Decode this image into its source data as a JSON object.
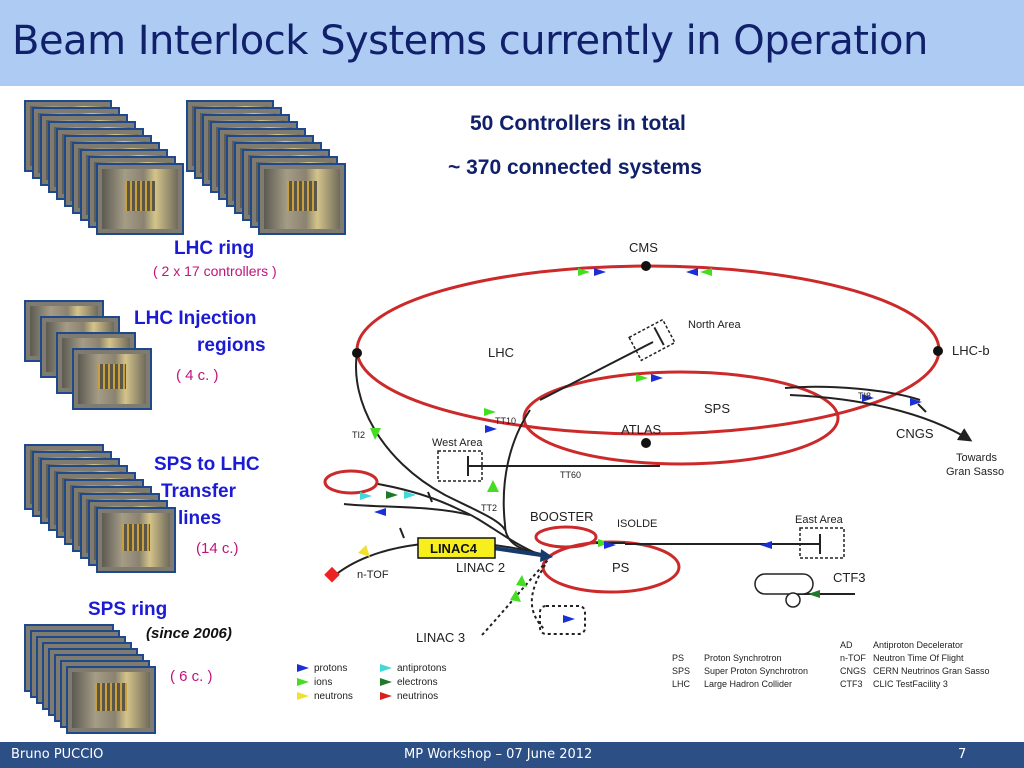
{
  "slide": {
    "title": "Beam Interlock Systems currently in Operation",
    "summary": {
      "controllers": "50 Controllers in total",
      "systems": "~ 370 connected systems"
    },
    "groups": [
      {
        "name": "LHC ring",
        "note": "( 2 x 17 controllers )"
      },
      {
        "name_line1": "LHC Injection",
        "name_line2": "regions",
        "note": "( 4 c. )"
      },
      {
        "name_line1": "SPS to LHC",
        "name_line2": "Transfer",
        "name_line3": "lines",
        "note": "(14 c.)"
      },
      {
        "name": "SPS ring",
        "subnote": "(since 2006)",
        "note": "( 6 c. )"
      }
    ],
    "footer": {
      "author": "Bruno PUCCIO",
      "event": "MP Workshop   –  07 June 2012",
      "page": "7"
    }
  },
  "diagram": {
    "labels": {
      "cms": "CMS",
      "lhc": "LHC",
      "lhcb": "LHC-b",
      "north_area": "North Area",
      "sps": "SPS",
      "atlas": "ATLAS",
      "cngs": "CNGS",
      "towards1": "Towards",
      "towards2": "Gran Sasso",
      "ti2": "TI2",
      "ti8": "TI8",
      "tt10": "TT10",
      "tt60": "TT60",
      "tt2": "TT2",
      "west_area": "West Area",
      "booster": "BOOSTER",
      "isolde": "ISOLDE",
      "east_area": "East Area",
      "linac4": "LINAC4",
      "linac2": "LINAC 2",
      "ps": "PS",
      "ntof": "n-TOF",
      "ctf3": "CTF3",
      "linac3": "LINAC 3"
    },
    "legend_particles": [
      {
        "name": "protons",
        "color": "#1a2fd6"
      },
      {
        "name": "ions",
        "color": "#44dd22"
      },
      {
        "name": "neutrons",
        "color": "#f0e030"
      },
      {
        "name": "antiprotons",
        "color": "#40d8d8"
      },
      {
        "name": "electrons",
        "color": "#1e7a2a"
      },
      {
        "name": "neutrinos",
        "color": "#d82020"
      }
    ],
    "glossary_left": [
      {
        "abbr": "PS",
        "full": "Proton Synchrotron"
      },
      {
        "abbr": "SPS",
        "full": "Super Proton Synchrotron"
      },
      {
        "abbr": "LHC",
        "full": "Large Hadron Collider"
      }
    ],
    "glossary_right": [
      {
        "abbr": "AD",
        "full": "Antiproton Decelerator"
      },
      {
        "abbr": "n-TOF",
        "full": "Neutron Time Of Flight"
      },
      {
        "abbr": "CNGS",
        "full": "CERN Neutrinos Gran Sasso"
      },
      {
        "abbr": "CTF3",
        "full": "CLIC TestFacility 3"
      }
    ],
    "colors": {
      "ring": "#cc2a2a",
      "line": "#222222",
      "title_bg": "#aecbf4",
      "footer_bg": "#2c4f86",
      "linac4_bg": "#f7ef1c"
    }
  }
}
